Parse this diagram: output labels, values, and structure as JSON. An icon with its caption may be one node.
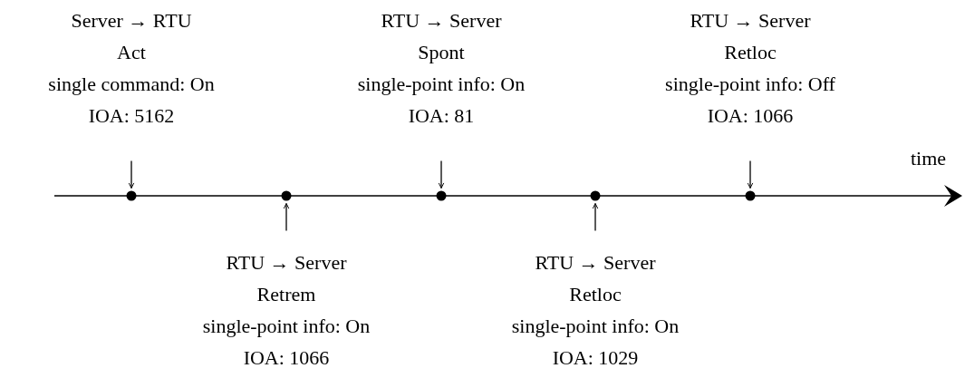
{
  "diagram": {
    "nodes": [
      {
        "text": [
          "Server → RTU",
          "Act",
          "single command:  On",
          "IOA: 5162"
        ]
      },
      {
        "text": [
          "RTU → Server",
          "Spont",
          "single-point info:  On",
          "IOA: 81"
        ]
      },
      {
        "text": [
          "RTU → Server",
          "Retloc",
          "single-point info:  Off",
          "IOA: 1066"
        ]
      },
      {
        "text": [
          "RTU → Server",
          "Retrem",
          "single-point info:  On",
          "IOA: 1066"
        ]
      },
      {
        "text": [
          "RTU → Server",
          "Retloc",
          "single-point info:  On",
          "IOA: 1029"
        ]
      },
      {
        "text": [],
        "shape": "circle"
      },
      {
        "text": [],
        "shape": "circle"
      },
      {
        "text": [],
        "shape": "circle"
      },
      {
        "text": [],
        "shape": "circle"
      },
      {
        "text": [],
        "shape": "circle"
      }
    ],
    "edges": [
      {
        "from": 0,
        "to": 5,
        "arrow": "to"
      },
      {
        "from": 3,
        "to": 6,
        "arrow": "to"
      },
      {
        "from": 1,
        "to": 7,
        "arrow": "to"
      },
      {
        "from": 4,
        "to": 8,
        "arrow": "to"
      },
      {
        "from": 2,
        "to": 9,
        "arrow": "to"
      }
    ],
    "labels": [
      "time"
    ]
  }
}
